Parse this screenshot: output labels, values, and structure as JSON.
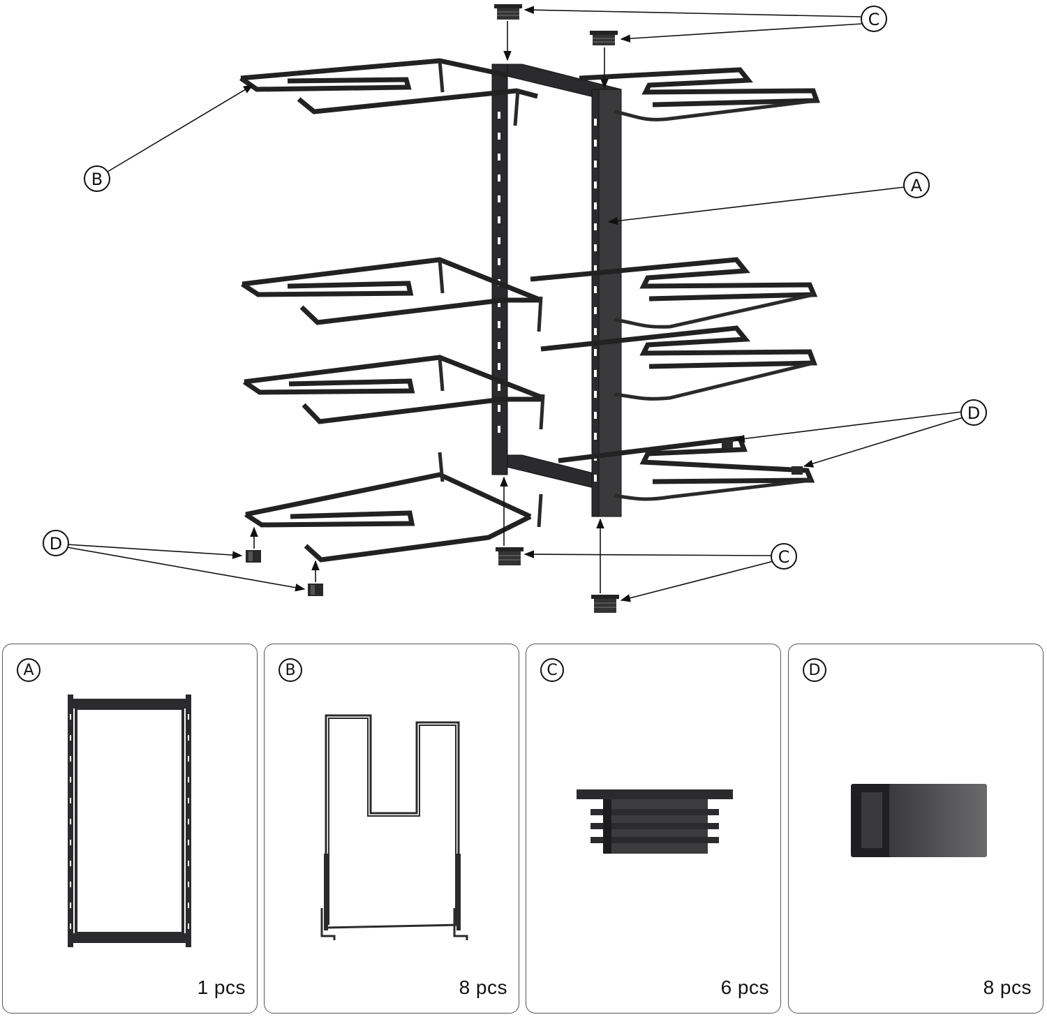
{
  "callouts": {
    "a": "A",
    "b": "B",
    "c_top": "C",
    "c_bottom": "C",
    "d_right": "D",
    "d_left": "D"
  },
  "parts": [
    {
      "letter": "A",
      "qty": "1 pcs"
    },
    {
      "letter": "B",
      "qty": "8 pcs"
    },
    {
      "letter": "C",
      "qty": "6 pcs"
    },
    {
      "letter": "D",
      "qty": "8 pcs"
    }
  ],
  "colors": {
    "metal": "#2b2b2d",
    "outline": "#111111",
    "panel_border": "#555555"
  }
}
